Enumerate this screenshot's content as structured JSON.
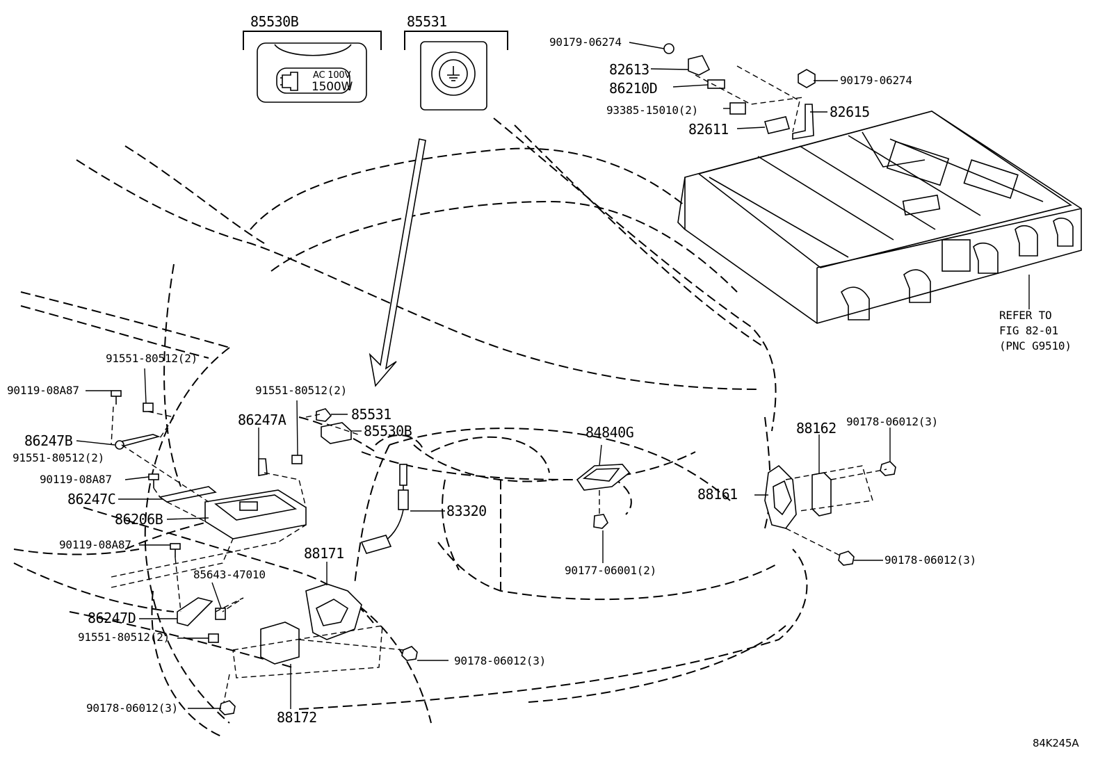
{
  "insets": {
    "inset_a_label": "85530B",
    "inset_a_text_line1": "AC 100V",
    "inset_a_text_line2": "1500W",
    "inset_b_label": "85531"
  },
  "labels": {
    "p90179_06274_a": "90179-06274",
    "p82613": "82613",
    "p86210D": "86210D",
    "p93385_15010": "93385-15010(2)",
    "p82611": "82611",
    "p90179_06274_b": "90179-06274",
    "p82615": "82615",
    "p91551_80512_a": "91551-80512(2)",
    "p90119_08A87_a": "90119-08A87",
    "p91551_80512_b": "91551-80512(2)",
    "p85531": "85531",
    "p85530B": "85530B",
    "p86247A": "86247A",
    "p86247B": "86247B",
    "p91551_80512_c": "91551-80512(2)",
    "p90119_08A87_b": "90119-08A87",
    "p86247C": "86247C",
    "p86206B": "86206B",
    "p90119_08A87_c": "90119-08A87",
    "p85643_47010": "85643-47010",
    "p88171": "88171",
    "p83320": "83320",
    "p84840G": "84840G",
    "p88162": "88162",
    "p90178_06012_a": "90178-06012(3)",
    "p88161": "88161",
    "p90177_06001": "90177-06001(2)",
    "p90178_06012_b": "90178-06012(3)",
    "p86247D": "86247D",
    "p91551_80512_d": "91551-80512(2)",
    "p90178_06012_c": "90178-06012(3)",
    "p90178_06012_d": "90178-06012(3)",
    "p88172": "88172"
  },
  "refer_note": {
    "line1": "REFER TO",
    "line2": "FIG 82-01",
    "line3": "(PNC G9510)"
  },
  "figure_code": "84K245A"
}
